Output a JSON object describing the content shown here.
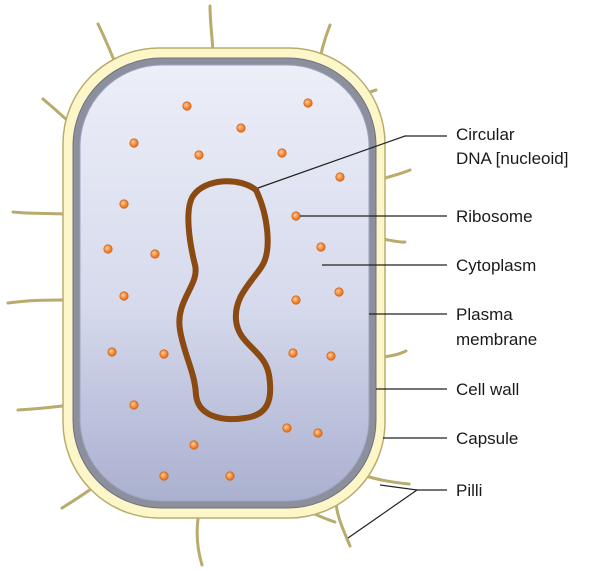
{
  "labels": {
    "circular_dna": [
      "Circular",
      "DNA [nucleoid]"
    ],
    "ribosome": "Ribosome",
    "cytoplasm": "Cytoplasm",
    "plasma_membrane": [
      "Plasma",
      "membrane"
    ],
    "cell_wall": "Cell wall",
    "capsule": "Capsule",
    "pilli": "Pilli"
  },
  "colors": {
    "capsule_fill": "#fdf6c8",
    "capsule_stroke": "#b8ad6e",
    "cell_wall": "#8c8f9c",
    "cytoplasm_light": "#eceef8",
    "cytoplasm_dark": "#aeb4d2",
    "dna": "#8a4a12",
    "ribosome": "#f28c3a",
    "pili": "#b8ab6c",
    "leader": "#222222"
  }
}
